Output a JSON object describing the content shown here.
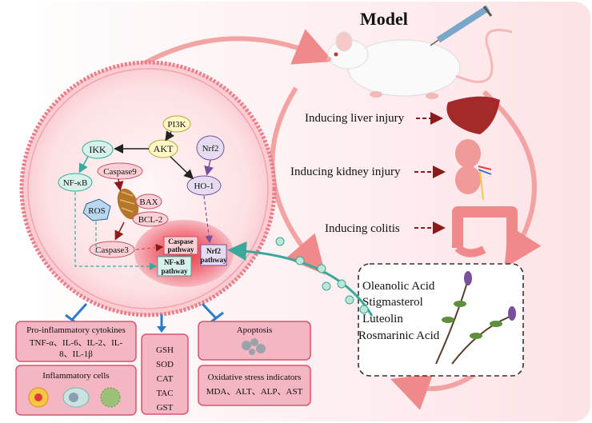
{
  "model": {
    "title": "Model"
  },
  "inductions": [
    {
      "label": "Inducing liver injury",
      "organ": "liver-icon"
    },
    {
      "label": "Inducing kidney injury",
      "organ": "kidney-icon"
    },
    {
      "label": "Inducing colitis",
      "organ": "colon-icon"
    }
  ],
  "compounds": [
    "Oleanolic Acid",
    "Stigmasterol",
    "Luteolin",
    "Rosmarinic Acid"
  ],
  "cell": {
    "nodes": {
      "pi3k": "PI3K",
      "akt": "AKT",
      "ikk": "IKK",
      "nfkb": "NF-κB",
      "nrf2": "Nrf2",
      "ho1": "HO-1",
      "caspase9": "Caspase9",
      "bax": "BAX",
      "bcl2": "BCL-2",
      "ros": "ROS",
      "caspase3": "Caspase3"
    },
    "pathways": {
      "caspase": [
        "Caspase",
        "pathway"
      ],
      "nfkb": [
        "NF-κB",
        "pathway"
      ],
      "nrf2": [
        "Nrf2",
        "pathway"
      ]
    }
  },
  "outcomes": {
    "cytokines": {
      "title": "Pro-inflammatory cytokines",
      "lines": [
        "TNF-α、IL-6、IL-2、IL-",
        "8、IL-1β"
      ]
    },
    "inflammatory_cells": {
      "title": "Inflammatory cells"
    },
    "antioxidants": [
      "GSH",
      "SOD",
      "CAT",
      "TAC",
      "GST"
    ],
    "apoptosis": {
      "title": "Apoptosis"
    },
    "oxidative": {
      "title": "Oxidative stress indicators",
      "line": "MDA、ALT、ALP、AST"
    }
  },
  "colors": {
    "pink_box": "#f4b6c2",
    "pink_border": "#d9536f",
    "blue_arrow": "#2c7bc9",
    "teal": "#3aa89a",
    "dark_red": "#8b1a1a",
    "purple": "#7a4f9e"
  }
}
